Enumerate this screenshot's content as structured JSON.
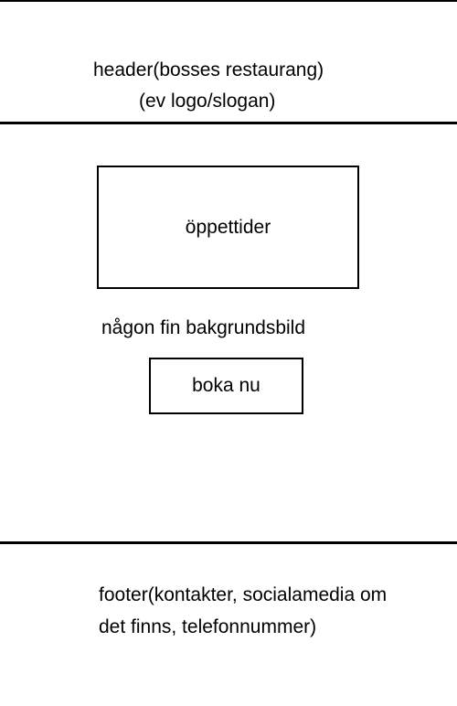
{
  "header": {
    "line1": "header(bosses restaurang)",
    "line2": "(ev logo/slogan)"
  },
  "main": {
    "hours_label": "öppettider",
    "background_note": "någon fin bakgrundsbild",
    "book_button_label": "boka nu"
  },
  "footer": {
    "line1": "footer(kontakter, socialamedia om",
    "line2": "det finns, telefonnummer)"
  }
}
